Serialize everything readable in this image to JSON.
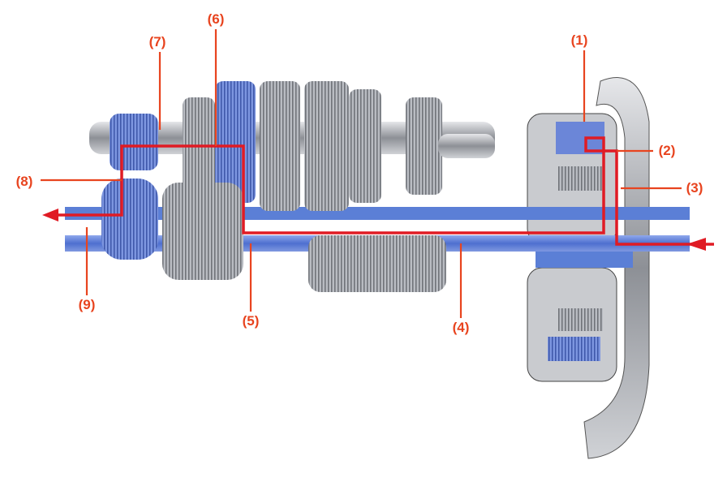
{
  "labels": [
    "(1)",
    "(2)",
    "(3)",
    "(4)",
    "(5)",
    "(6)",
    "(7)",
    "(8)",
    "(9)"
  ],
  "colors": {
    "label": "#e8441f",
    "power_path": "#e01b24",
    "accent_blue": "#5b7fd6",
    "metal": "#a9acb1"
  }
}
